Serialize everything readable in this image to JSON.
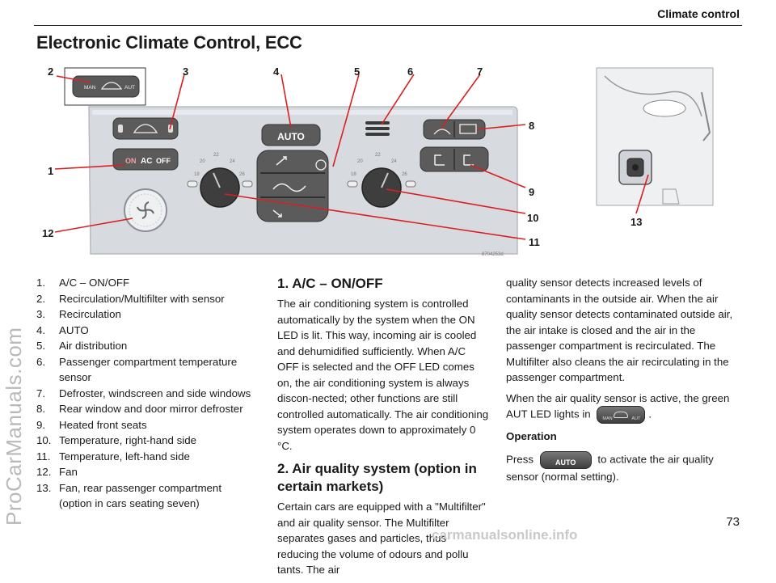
{
  "header": {
    "section_title": "Climate control"
  },
  "page_title": "Electronic Climate Control, ECC",
  "diagram": {
    "callouts": [
      "1",
      "2",
      "3",
      "4",
      "5",
      "6",
      "7",
      "8",
      "9",
      "10",
      "11",
      "12",
      "13"
    ],
    "panel_labels": {
      "man": "MAN",
      "aut": "AUT",
      "on": "ON",
      "ac": "AC",
      "off": "OFF",
      "auto": "AUTO",
      "t18": "18",
      "t20": "20",
      "t22": "22",
      "t24": "24",
      "t26": "26"
    },
    "image_ref": "8704253d"
  },
  "legend": [
    {
      "num": "1.",
      "text": "A/C – ON/OFF"
    },
    {
      "num": "2.",
      "text": "Recirculation/Multifilter with sensor"
    },
    {
      "num": "3.",
      "text": "Recirculation"
    },
    {
      "num": "4.",
      "text": "AUTO"
    },
    {
      "num": "5.",
      "text": "Air distribution"
    },
    {
      "num": "6.",
      "text": "Passenger compartment temperature sensor"
    },
    {
      "num": "7.",
      "text": "Defroster, windscreen and side windows"
    },
    {
      "num": "8.",
      "text": "Rear window and door mirror defroster"
    },
    {
      "num": "9.",
      "text": "Heated front seats"
    },
    {
      "num": "10.",
      "text": "Temperature, right-hand side"
    },
    {
      "num": "11.",
      "text": "Temperature, left-hand side"
    },
    {
      "num": "12.",
      "text": "Fan"
    },
    {
      "num": "13.",
      "text": "Fan, rear passenger compartment (option in cars seating seven)"
    }
  ],
  "section_ac": {
    "heading": "1. A/C – ON/OFF",
    "body": "The air conditioning system is controlled automatically by the system when the ON LED is lit. This way, incoming air is cooled and dehumidified sufficiently. When A/C OFF is selected and the OFF LED comes on, the air conditioning system is always discon-nected; other functions are still controlled automatically. The air conditioning system operates down to approximately 0 °C."
  },
  "section_aq": {
    "heading": "2. Air quality system (option in certain markets)",
    "body": "Certain cars are equipped with a \"Multifilter\" and air quality sensor. The Multifilter separates gases and particles, thus reducing the volume of odours and pollu tants. The air",
    "body_cont": "quality sensor detects increased levels of contaminants in the outside air. When the air quality sensor detects contaminated outside air, the air intake is closed and the air in the passenger compartment is recirculated. The Multifilter also cleans the air recirculating in the passenger compartment.",
    "sensor_active_pre": "When the air quality sensor is active, the green AUT LED lights in",
    "sensor_active_post": ".",
    "operation_heading": "Operation",
    "press_pre": "Press",
    "press_post": "to activate the air quality sensor (normal setting).",
    "inline_aut_left": "MAN",
    "inline_aut_right": "AUT",
    "inline_auto": "AUTO"
  },
  "page_number": "73",
  "watermarks": {
    "side": "ProCarManuals.com",
    "bottom": "carmanualsonline.info"
  }
}
